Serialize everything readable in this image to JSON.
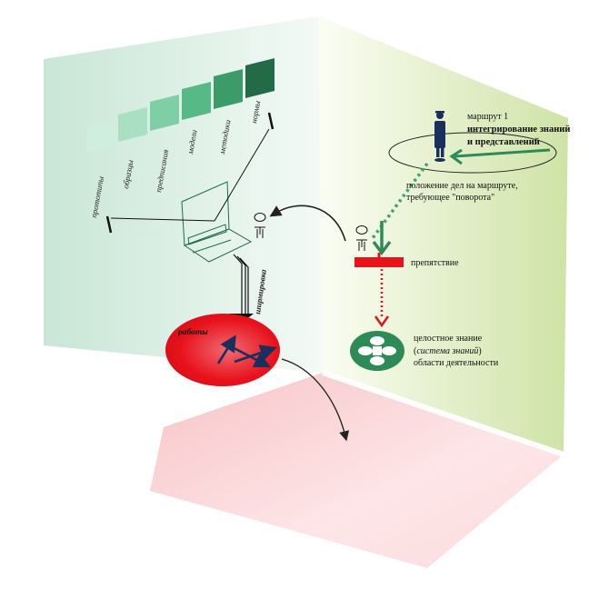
{
  "scale_labels": [
    "прототипы",
    "образцы",
    "предписания",
    "модели",
    "методики",
    "нормы"
  ],
  "scale_colors": [
    "#cfeedd",
    "#a9e0c4",
    "#7fcfa6",
    "#57b985",
    "#3b9c69",
    "#236a47"
  ],
  "route": {
    "line1": "маршрут 1",
    "line2": "интегрирование знаний",
    "line3": "и представлений"
  },
  "position": {
    "line1": "положение дел на маршруте,",
    "line2": "требующее \"поворота\""
  },
  "obstacle_label": "препятствие",
  "knowledge": {
    "line1": "целостное знание",
    "open": "(",
    "italic": "система знаний",
    "close": ")",
    "line3": "области деятельности"
  },
  "works_label": "работы",
  "vertical_label": "ширмировка",
  "colors": {
    "green": "#2e8b57",
    "dark_green": "#1f6e45",
    "red": "#e8121b",
    "navy": "#1a2f5c",
    "obstacle": "#e8121b"
  }
}
